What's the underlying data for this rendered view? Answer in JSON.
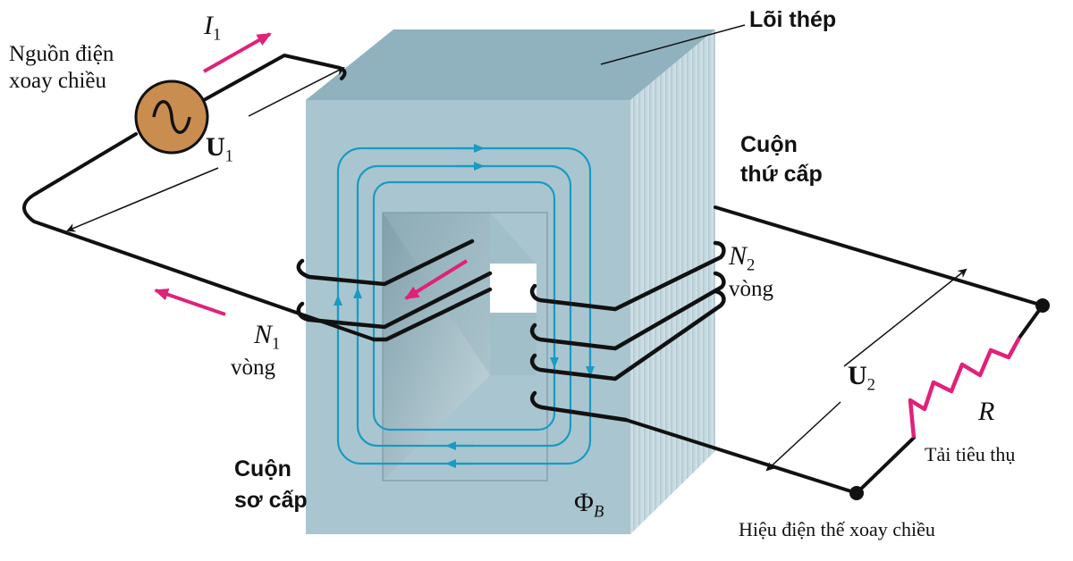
{
  "labels": {
    "source": [
      "Nguồn điện",
      "xoay chiều"
    ],
    "core": "Lõi thép",
    "current_symbol": "I",
    "current_sub": "1",
    "u1_symbol": "U",
    "u1_sub": "1",
    "u2_symbol": "U",
    "u2_sub": "2",
    "n1_symbol": "N",
    "n1_sub": "1",
    "n1_unit": "vòng",
    "n2_symbol": "N",
    "n2_sub": "2",
    "n2_unit": "vòng",
    "secondary": [
      "Cuộn",
      "thứ cấp"
    ],
    "primary": [
      "Cuộn",
      "sơ cấp"
    ],
    "flux_symbol": "Φ",
    "flux_sub": "B",
    "resistor_symbol": "R",
    "load": "Tải tiêu thụ",
    "ac_voltage": "Hiệu điện thế xoay chiều"
  },
  "colors": {
    "core_front": "#a9c6d0",
    "core_top": "#8fb2be",
    "core_side": "#b9d1d9",
    "flux": "#1a9ac4",
    "arrow": "#e0217a",
    "wire": "#111111",
    "source_fill": "#c98d4f"
  }
}
